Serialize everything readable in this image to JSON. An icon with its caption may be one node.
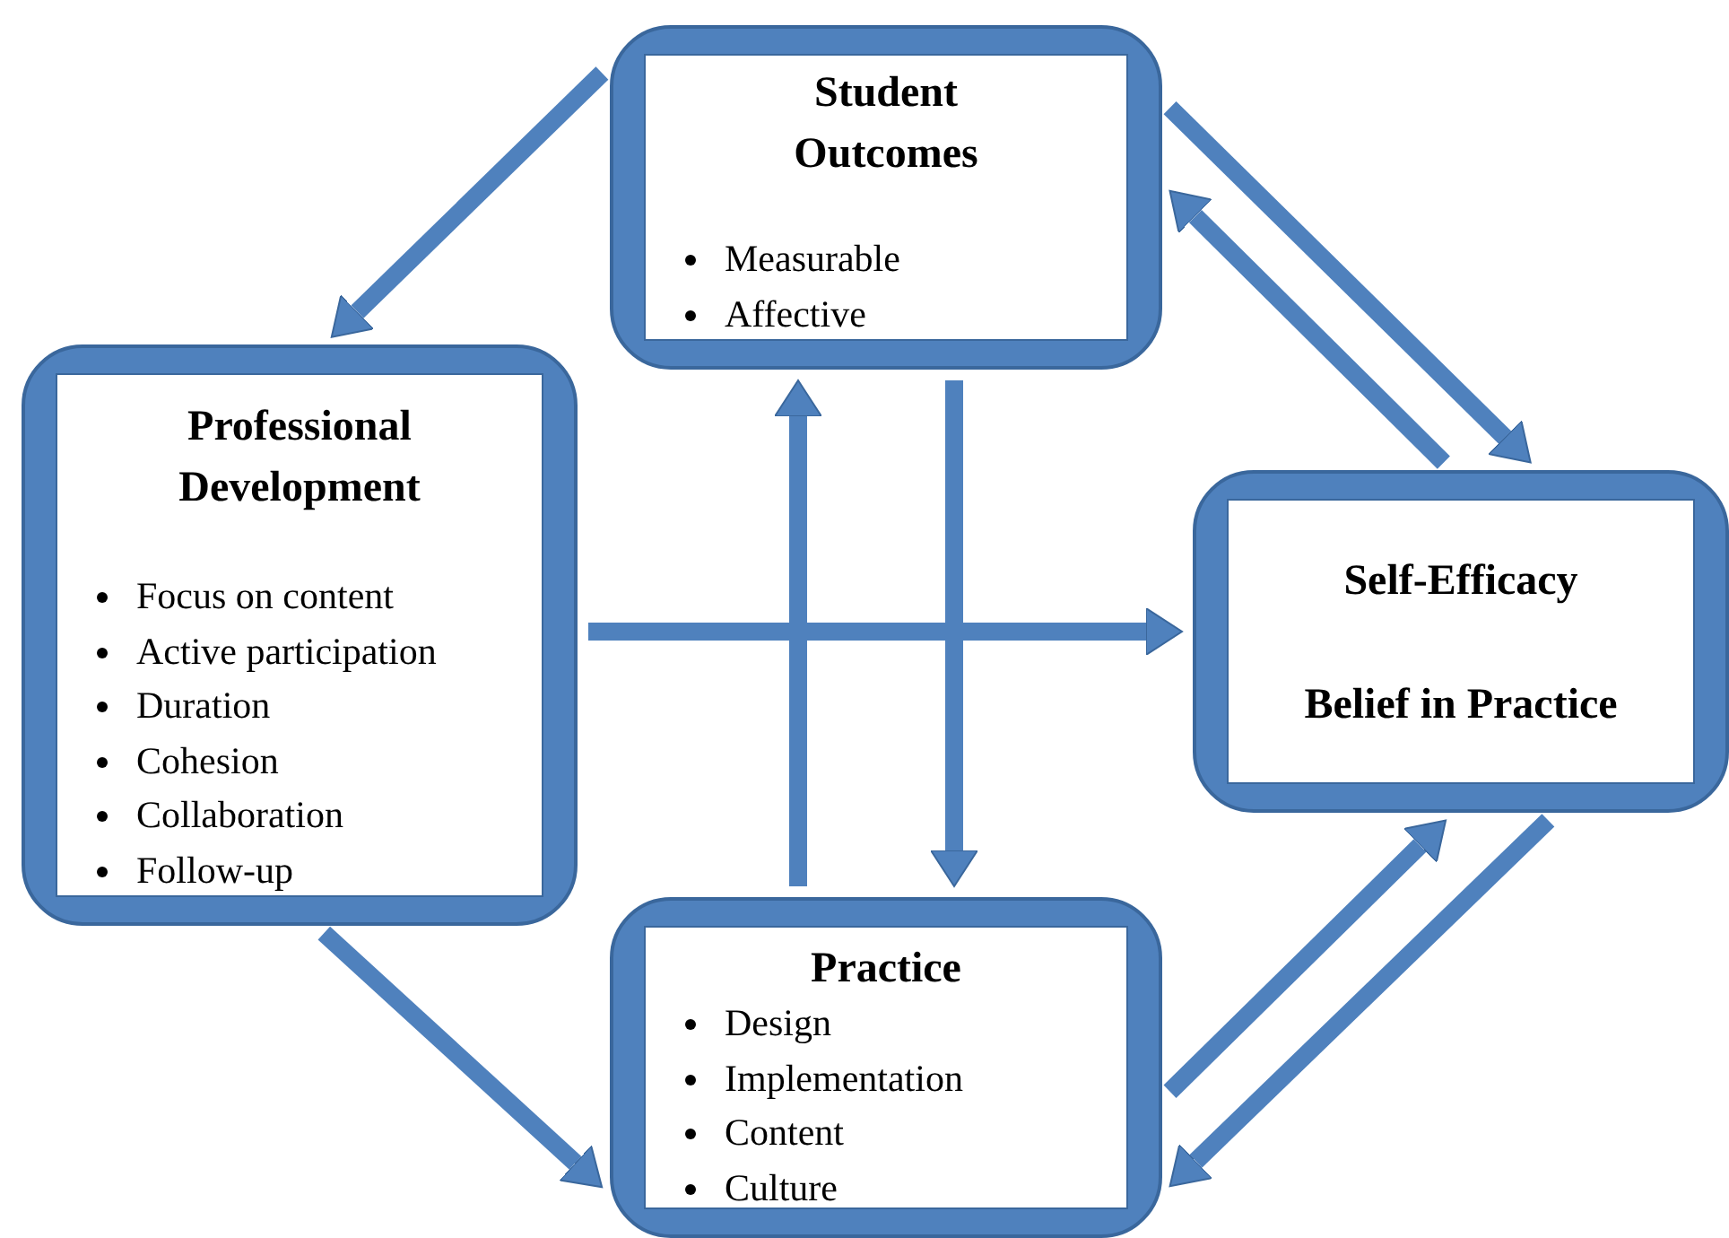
{
  "diagram": {
    "nodes": [
      {
        "text": [
          "Student Outcomes",
          "Measurable",
          "Affective"
        ]
      },
      {
        "text": [
          "Professional Development",
          "Focus on content",
          "Active participation",
          "Duration",
          "Cohesion",
          "Collaboration",
          "Follow-up"
        ]
      },
      {
        "text": [
          "Self-Efficacy",
          "Belief in Practice"
        ]
      },
      {
        "text": [
          "Practice",
          "Design",
          "Implementation",
          "Content",
          "Culture"
        ]
      }
    ],
    "edges": [
      {
        "from": 0,
        "to": 1,
        "arrow": "to"
      },
      {
        "from": 1,
        "to": 3,
        "arrow": "to"
      },
      {
        "from": 0,
        "to": 2,
        "arrow": "to"
      },
      {
        "from": 2,
        "to": 0,
        "arrow": "to"
      },
      {
        "from": 3,
        "to": 2,
        "arrow": "to"
      },
      {
        "from": 2,
        "to": 3,
        "arrow": "to"
      },
      {
        "from": 3,
        "to": 0,
        "arrow": "to"
      },
      {
        "from": 0,
        "to": 3,
        "arrow": "to"
      },
      {
        "from": 1,
        "to": 2,
        "arrow": "to"
      }
    ]
  }
}
